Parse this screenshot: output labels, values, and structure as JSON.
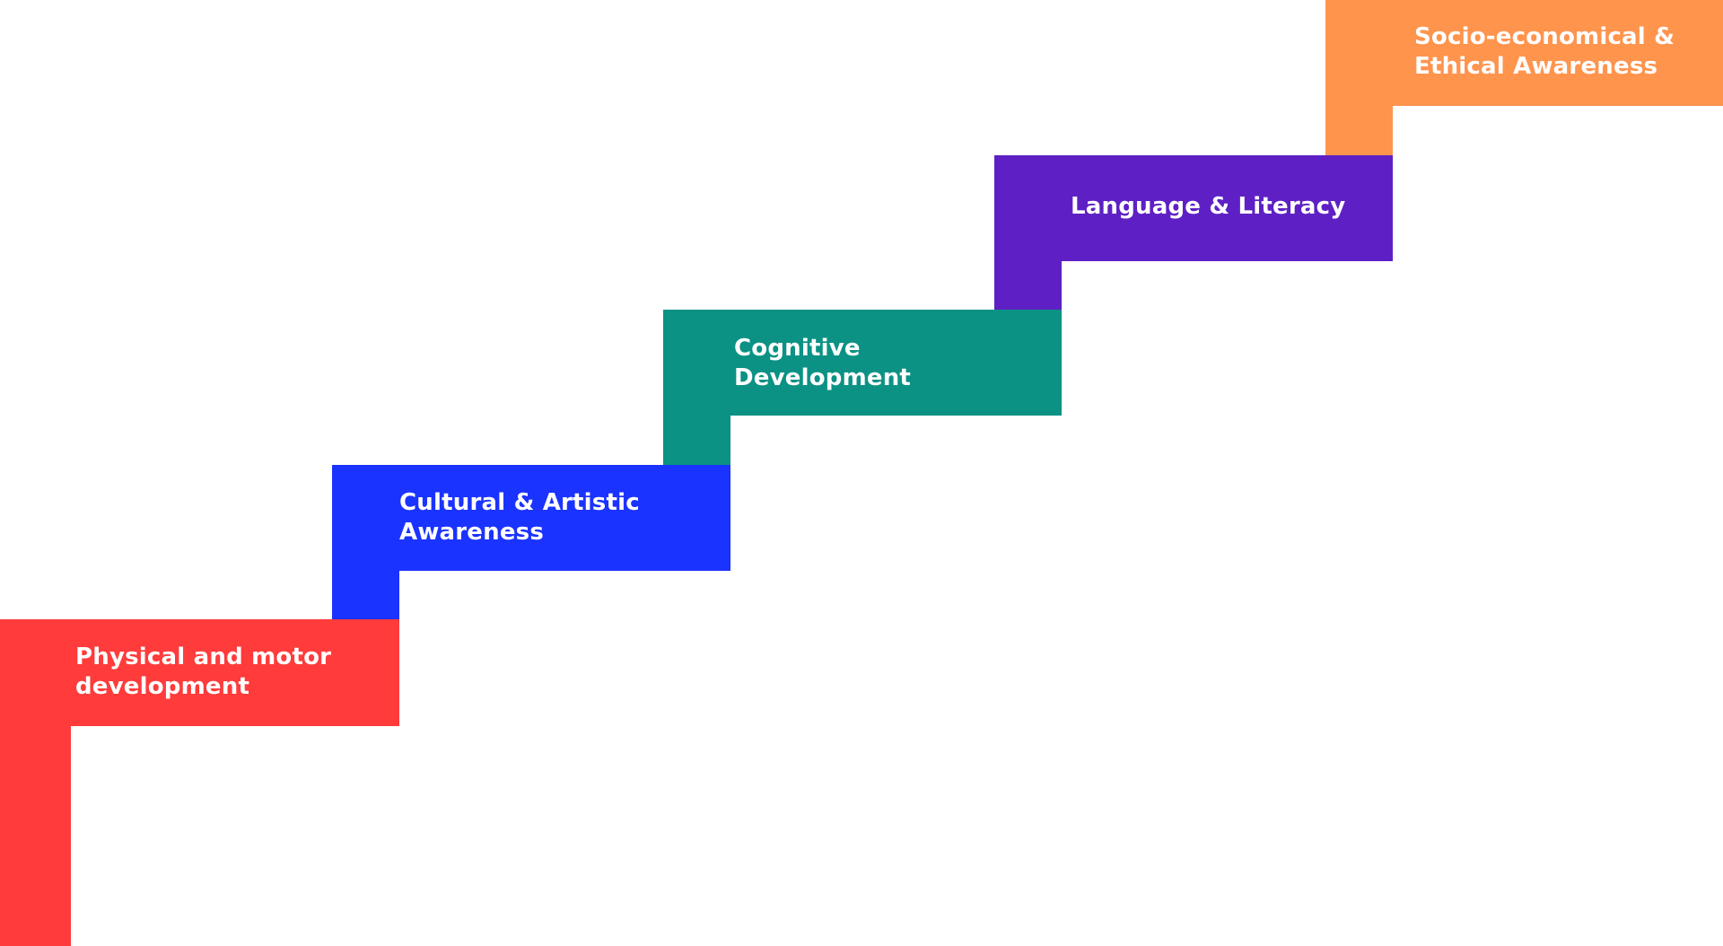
{
  "steps": [
    {
      "label": "Physical and motor development",
      "color": "#FF3B3B"
    },
    {
      "label": "Cultural & Artistic Awareness",
      "color": "#1B33FF"
    },
    {
      "label": "Cognitive Development",
      "color": "#0B9284"
    },
    {
      "label": "Language & Literacy",
      "color": "#5E20C4"
    },
    {
      "label": "Socio-economical & Ethical Awareness",
      "color": "#FF944D"
    }
  ]
}
